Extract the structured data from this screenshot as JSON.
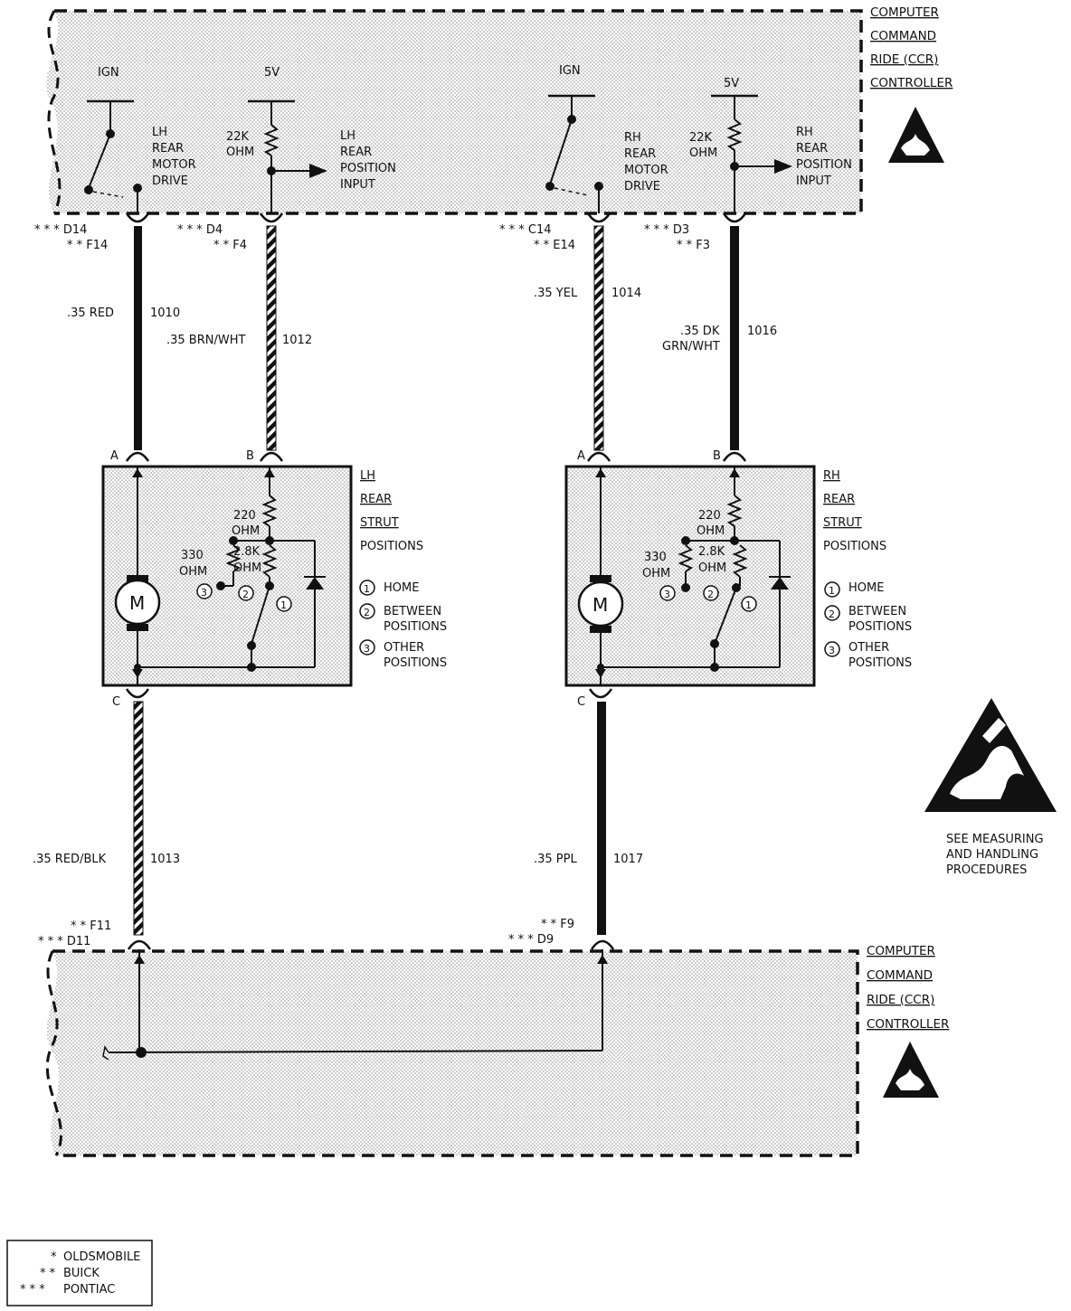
{
  "top_controller": {
    "title_lines": [
      "COMPUTER",
      "COMMAND",
      "RIDE (CCR)",
      "CONTROLLER"
    ],
    "lh_ign": "IGN",
    "lh_5v": "5V",
    "lh_res_value": [
      "22K",
      "OHM"
    ],
    "lh_motor_drive": [
      "LH",
      "REAR",
      "MOTOR",
      "DRIVE"
    ],
    "lh_position_input": [
      "LH",
      "REAR",
      "POSITION",
      "INPUT"
    ],
    "rh_ign": "IGN",
    "rh_5v": "5V",
    "rh_res_value": [
      "22K",
      "OHM"
    ],
    "rh_motor_drive": [
      "RH",
      "REAR",
      "MOTOR",
      "DRIVE"
    ],
    "rh_position_input": [
      "RH",
      "REAR",
      "POSITION",
      "INPUT"
    ]
  },
  "top_pins": {
    "lh_a": [
      "* * * D14",
      "* * F14"
    ],
    "lh_b": [
      "* * * D4",
      "* * F4"
    ],
    "rh_a": [
      "* * * C14",
      "* * E14"
    ],
    "rh_b": [
      "* * * D3",
      "* * F3"
    ]
  },
  "wires": {
    "w1010": {
      "gauge_color": ".35 RED",
      "circuit": "1010"
    },
    "w1012": {
      "gauge_color": ".35 BRN/WHT",
      "circuit": "1012"
    },
    "w1014": {
      "gauge_color": ".35 YEL",
      "circuit": "1014"
    },
    "w1016": {
      "gauge_color": [
        ".35 DK",
        "GRN/WHT"
      ],
      "circuit": "1016"
    },
    "w1013": {
      "gauge_color": ".35 RED/BLK",
      "circuit": "1013"
    },
    "w1017": {
      "gauge_color": ".35 PPL",
      "circuit": "1017"
    }
  },
  "lh_strut": {
    "title_lines": [
      "LH",
      "REAR",
      "STRUT",
      "POSITIONS"
    ],
    "pin_a": "A",
    "pin_b": "B",
    "pin_c": "C",
    "motor": "M",
    "r220": [
      "220",
      "OHM"
    ],
    "r330": [
      "330",
      "OHM"
    ],
    "r28k": [
      "2.8K",
      "OHM"
    ],
    "n1": "1",
    "n2": "2",
    "n3": "3"
  },
  "rh_strut": {
    "title_lines": [
      "RH",
      "REAR",
      "STRUT",
      "POSITIONS"
    ],
    "pin_a": "A",
    "pin_b": "B",
    "pin_c": "C",
    "motor": "M",
    "r220": [
      "220",
      "OHM"
    ],
    "r330": [
      "330",
      "OHM"
    ],
    "r28k": [
      "2.8K",
      "OHM"
    ],
    "n1": "1",
    "n2": "2",
    "n3": "3"
  },
  "positions_legend": [
    {
      "num": "1",
      "lines": [
        "HOME"
      ]
    },
    {
      "num": "2",
      "lines": [
        "BETWEEN",
        "POSITIONS"
      ]
    },
    {
      "num": "3",
      "lines": [
        "OTHER",
        "POSITIONS"
      ]
    }
  ],
  "esd_notice": [
    "SEE MEASURING",
    "AND HANDLING",
    "PROCEDURES"
  ],
  "bottom_pins": {
    "lh_c": [
      "* * F11",
      "* * * D11"
    ],
    "rh_c": [
      "* * F9",
      "* * * D9"
    ]
  },
  "bottom_controller": {
    "title_lines": [
      "COMPUTER",
      "COMMAND",
      "RIDE (CCR)",
      "CONTROLLER"
    ]
  },
  "vehicle_legend": [
    {
      "stars": "*",
      "make": "OLDSMOBILE"
    },
    {
      "stars": "* *",
      "make": "BUICK"
    },
    {
      "stars": "* * *",
      "make": "PONTIAC"
    }
  ]
}
